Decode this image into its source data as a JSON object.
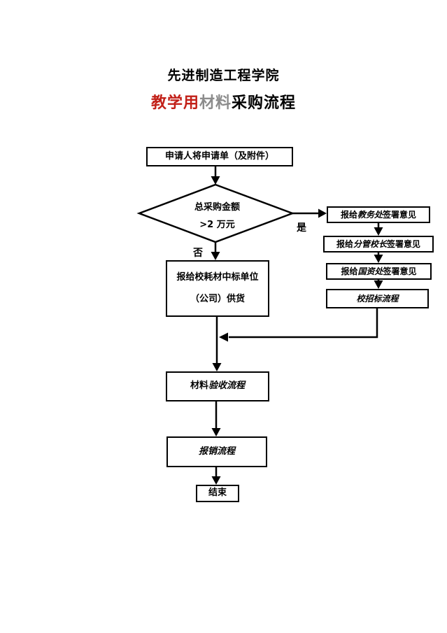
{
  "title": {
    "line1": "先进制造工程学院",
    "line2_red": "教学用",
    "line2_gray": "材料",
    "line2_black": "采购流程"
  },
  "colors": {
    "accent_red": "#c22018",
    "muted_gray": "#8c8c8c",
    "ink": "#000000",
    "background": "#ffffff"
  },
  "flowchart": {
    "start": "申请人将申请单（及附件）",
    "decision_line1": "总采购金额",
    "decision_line2": ">2 万元",
    "branch_yes": "是",
    "branch_no": "否",
    "supplier_line1": "报给校耗材中标单位",
    "supplier_line2": "（公司）供货",
    "yes_steps": [
      {
        "prefix": "报给",
        "em": "教务处",
        "suffix": "签署意见"
      },
      {
        "prefix": "报给",
        "em": "分管校长",
        "suffix": "签署意见"
      },
      {
        "prefix": "报给",
        "em": "国资处",
        "suffix": "签署意见"
      },
      {
        "prefix": "",
        "em": "校招标流程",
        "suffix": ""
      }
    ],
    "acceptance_prefix": "材料",
    "acceptance_em": "验收流程",
    "reimbursement": "报销流程",
    "end": "结束"
  }
}
